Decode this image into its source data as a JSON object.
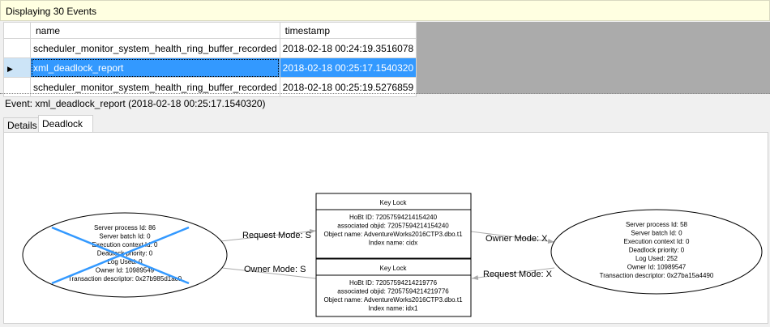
{
  "status": "Displaying 30 Events",
  "grid": {
    "columns": [
      "name",
      "timestamp"
    ],
    "rows": [
      {
        "name": "scheduler_monitor_system_health_ring_buffer_recorded",
        "timestamp": "2018-02-18 00:24:19.3516078",
        "selected": false
      },
      {
        "name": "xml_deadlock_report",
        "timestamp": "2018-02-18 00:25:17.1540320",
        "selected": true
      },
      {
        "name": "scheduler_monitor_system_health_ring_buffer_recorded",
        "timestamp": "2018-02-18 00:25:19.5276859",
        "selected": false
      }
    ]
  },
  "event_label": "Event: xml_deadlock_report (2018-02-18 00:25:17.1540320)",
  "tabs": [
    {
      "label": "Details",
      "active": false
    },
    {
      "label": "Deadlock",
      "active": true
    }
  ],
  "deadlock": {
    "victim": {
      "lines": [
        "Server process Id: 86",
        "Server batch Id: 0",
        "Execution context Id: 0",
        "Deadlock priority: 0",
        "Log Used: 0",
        "Owner Id: 10989549",
        "Transaction descriptor: 0x27b985d1ac0"
      ],
      "cross_color": "#3399ff"
    },
    "process": {
      "lines": [
        "Server process Id: 58",
        "Server batch Id: 0",
        "Execution context Id: 0",
        "Deadlock priority: 0",
        "Log Used: 252",
        "Owner Id: 10989547",
        "Transaction descriptor: 0x27ba15a4490"
      ]
    },
    "locks": [
      {
        "title": "Key Lock",
        "lines": [
          "HoBt ID: 72057594214154240",
          "associated objid: 72057594214154240",
          "Object name: AdventureWorks2016CTP3.dbo.t1",
          "Index name: cidx"
        ]
      },
      {
        "title": "Key Lock",
        "lines": [
          "HoBt ID: 72057594214219776",
          "associated objid: 72057594214219776",
          "Object name: AdventureWorks2016CTP3.dbo.t1",
          "Index name: idx1"
        ]
      }
    ],
    "edges": [
      "Request Mode: S",
      "Owner Mode: X",
      "Request Mode: X",
      "Owner Mode: S"
    ]
  }
}
